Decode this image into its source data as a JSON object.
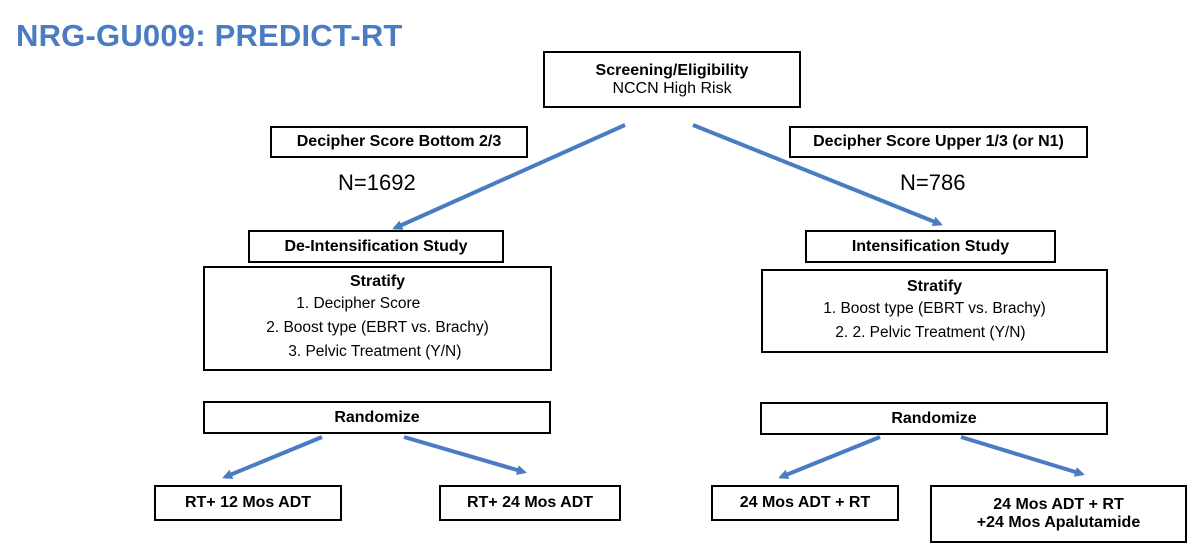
{
  "title": "NRG-GU009: PREDICT-RT",
  "screening": {
    "line1": "Screening/Eligibility",
    "line2": "NCCN High Risk"
  },
  "left": {
    "group_label": "Decipher Score Bottom 2/3",
    "n": "N=1692",
    "study": "De-Intensification Study",
    "stratify_heading": "Stratify",
    "stratify_items": [
      "1.   Decipher Score",
      "2.   Boost type (EBRT vs. Brachy)",
      "3.   Pelvic Treatment (Y/N)"
    ],
    "randomize": "Randomize",
    "arms": [
      "RT+ 12 Mos ADT",
      "RT+ 24 Mos ADT"
    ]
  },
  "right": {
    "group_label": "Decipher Score Upper 1/3 (or N1)",
    "n": "N=786",
    "study": "Intensification Study",
    "stratify_heading": "Stratify",
    "stratify_items": [
      "1.   Boost type (EBRT vs. Brachy)",
      "2.   2. Pelvic Treatment (Y/N)"
    ],
    "randomize": "Randomize",
    "arms": [
      "24 Mos ADT + RT",
      "24 Mos ADT + RT",
      "+24 Mos Apalutamide"
    ]
  },
  "colors": {
    "title": "#4a7cc3",
    "arrow": "#4a7cc3",
    "border": "#000000"
  }
}
